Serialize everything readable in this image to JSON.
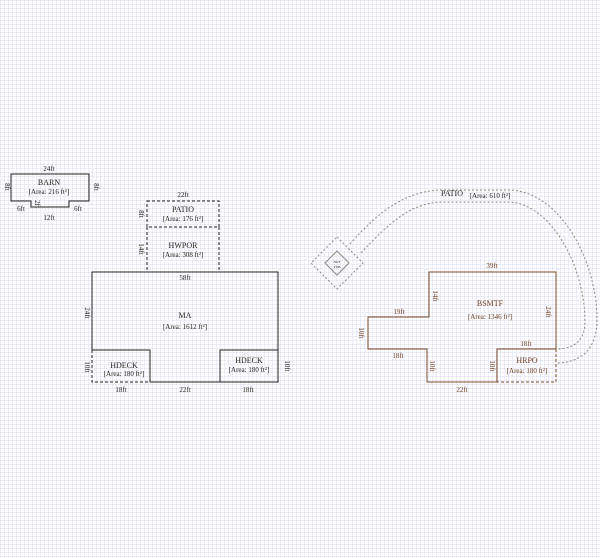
{
  "colors": {
    "grid": "#cdd0ea",
    "line": "#222222",
    "basement": "#7a4a2a",
    "patio_curve": "#888888"
  },
  "barn": {
    "name": "BARN",
    "area": "[Area: 216 ft²]",
    "top": "24ft",
    "left": "8ft",
    "right": "8ft",
    "notch": "2ft",
    "bl": "6ft",
    "br": "6ft",
    "bottom": "12ft"
  },
  "patio_left": {
    "name": "PATIO",
    "area": "[Area: 176 ft²]",
    "top": "22ft",
    "left": "8ft"
  },
  "hwpor": {
    "name": "HWPOR",
    "area": "[Area: 308 ft²]",
    "left": "14ft"
  },
  "ma": {
    "name": "MA",
    "area": "[Area: 1612 ft²]",
    "top": "58ft",
    "left": "24ft",
    "b1": "18ft",
    "b2": "22ft",
    "b3": "18ft"
  },
  "hdeck_left": {
    "name": "HDECK",
    "area": "[Area: 180 ft²]",
    "left": "10ft"
  },
  "hdeck_right": {
    "name": "HDECK",
    "area": "[Area: 180 ft²]",
    "right": "10ft"
  },
  "patio_curve": {
    "name": "PATIO",
    "area": "[Area: 610 ft²]"
  },
  "hot_tub": {
    "l1": "HOT",
    "l2": "TUB"
  },
  "bsmtf": {
    "name": "BSMTF",
    "area": "[Area: 1346 ft²]",
    "top": "39ft",
    "step": "14ft",
    "upper_left": "19ft",
    "left": "10ft",
    "right": "24ft",
    "lower_left": "18ft",
    "lower_step": "10ft",
    "bottom": "22ft"
  },
  "hrpo": {
    "name": "HRPO",
    "area": "[Area: 180 ft²]",
    "top": "18ft",
    "left": "10ft"
  }
}
